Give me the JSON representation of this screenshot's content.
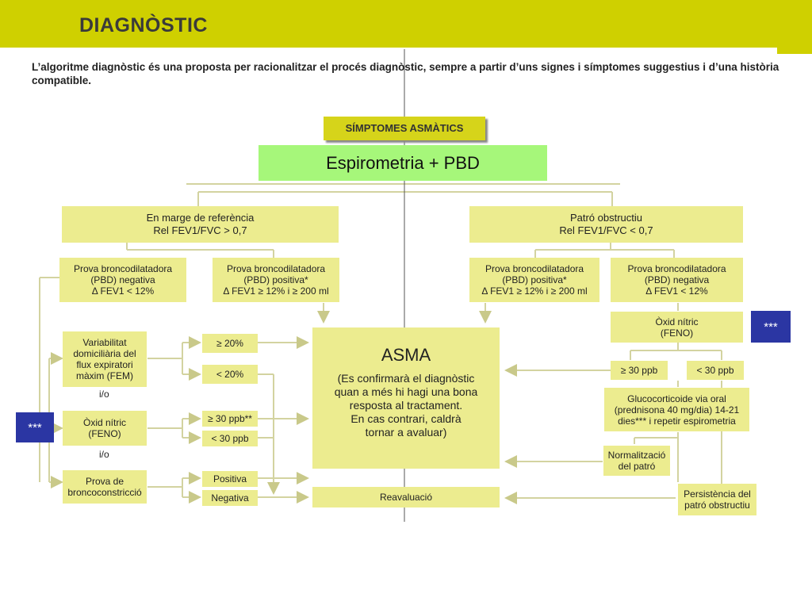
{
  "header": {
    "title": "DIAGNÒSTIC"
  },
  "intro": "L’algoritme diagnòstic és una proposta per racionalitzar el procés diagnòstic, sempre a partir d’uns signes i símptomes suggestius i d’una història compatible.",
  "symptoms": "SÍMPTOMES ASMÀTICS",
  "spirometry": "Espirometria + PBD",
  "left_branch": {
    "title_line1": "En marge de referència",
    "title_line2": "Rel FEV1/FVC > 0,7",
    "pbd_negative": [
      "Prova broncodilatadora",
      "(PBD) negativa",
      "Δ FEV1 < 12%"
    ],
    "pbd_positive": [
      "Prova broncodilatadora",
      "(PBD) positiva*",
      "Δ FEV1 ≥ 12% i ≥ 200 ml"
    ],
    "fem": [
      "Variabilitat",
      "domiciliària del",
      "flux expiratori",
      "màxim (FEM)"
    ],
    "io_1": "i/o",
    "no": [
      "Òxid nítric",
      "(FENO)"
    ],
    "io_2": "i/o",
    "bronco": [
      "Prova de",
      "broncoconstricció"
    ],
    "fem_high": "≥ 20%",
    "fem_low": "< 20%",
    "no_high": "≥ 30 ppb**",
    "no_low": "< 30 ppb",
    "positive": "Positiva",
    "negative": "Negativa"
  },
  "right_branch": {
    "title_line1": "Patró obstructiu",
    "title_line2": "Rel FEV1/FVC < 0,7",
    "pbd_positive": [
      "Prova broncodilatadora",
      "(PBD) positiva*",
      "Δ FEV1 ≥ 12% i ≥ 200 ml"
    ],
    "pbd_negative": [
      "Prova broncodilatadora",
      "(PBD) negativa",
      "Δ FEV1 < 12%"
    ],
    "no": [
      "Òxid nítric",
      "(FENO)"
    ],
    "no_high": "≥ 30 ppb",
    "no_low": "< 30 ppb",
    "gluco": [
      "Glucocorticoide via oral",
      "(prednisona 40 mg/dia) 14-21",
      "dies*** i repetir espirometria"
    ],
    "normal": [
      "Normalització",
      "del patró"
    ],
    "persist": [
      "Persistència del",
      "patró obstructiu"
    ]
  },
  "asma": {
    "title": "ASMA",
    "text": [
      "(Es confirmarà el diagnòstic",
      "quan a més hi hagi una bona",
      "resposta al tractament.",
      "En cas contrari, caldrà",
      "tornar a avaluar)"
    ]
  },
  "reavaluacio": "Reavaluació",
  "stars_left": "***",
  "stars_right": "***"
}
